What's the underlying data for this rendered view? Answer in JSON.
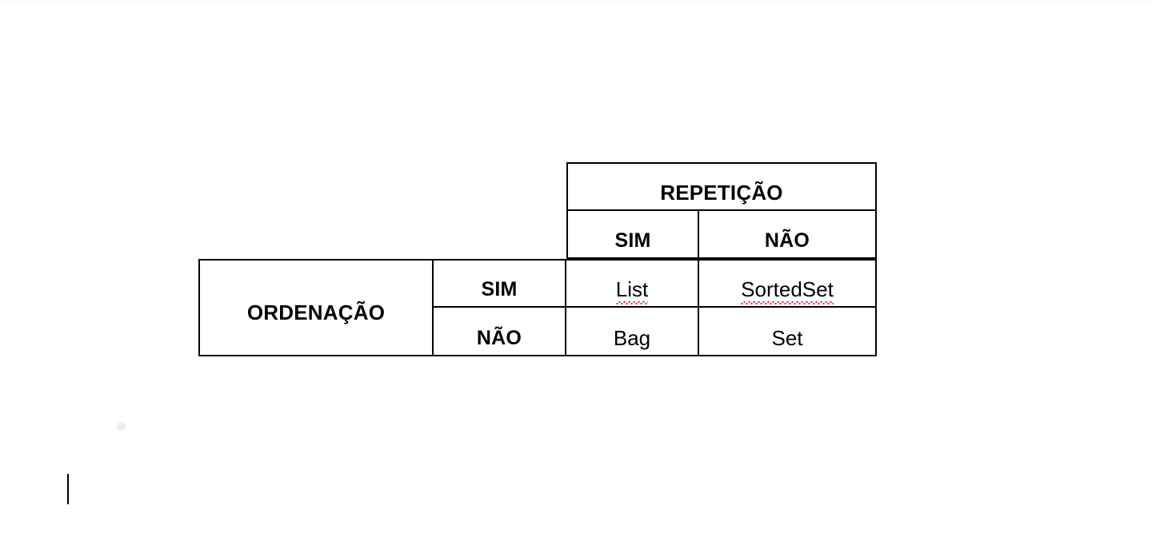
{
  "document": {
    "table": {
      "column_group_header": "REPETIÇÃO",
      "row_group_header": "ORDENAÇÃO",
      "column_headers": [
        "SIM",
        "NÃO"
      ],
      "row_headers": [
        "SIM",
        "NÃO"
      ],
      "cells": [
        [
          {
            "text": "List",
            "spellcheck_error": true
          },
          {
            "text": "SortedSet",
            "spellcheck_error": true
          }
        ],
        [
          {
            "text": "Bag",
            "spellcheck_error": false
          },
          {
            "text": "Set",
            "spellcheck_error": false
          }
        ]
      ]
    },
    "artifacts": {
      "gray_dot": "bullet-marker",
      "caret": "text-cursor"
    },
    "colors": {
      "border": "#000000",
      "text": "#000000",
      "background": "#ffffff",
      "spellcheck_underline": "#e8192c",
      "gray_dot": "#eeeeee"
    }
  }
}
